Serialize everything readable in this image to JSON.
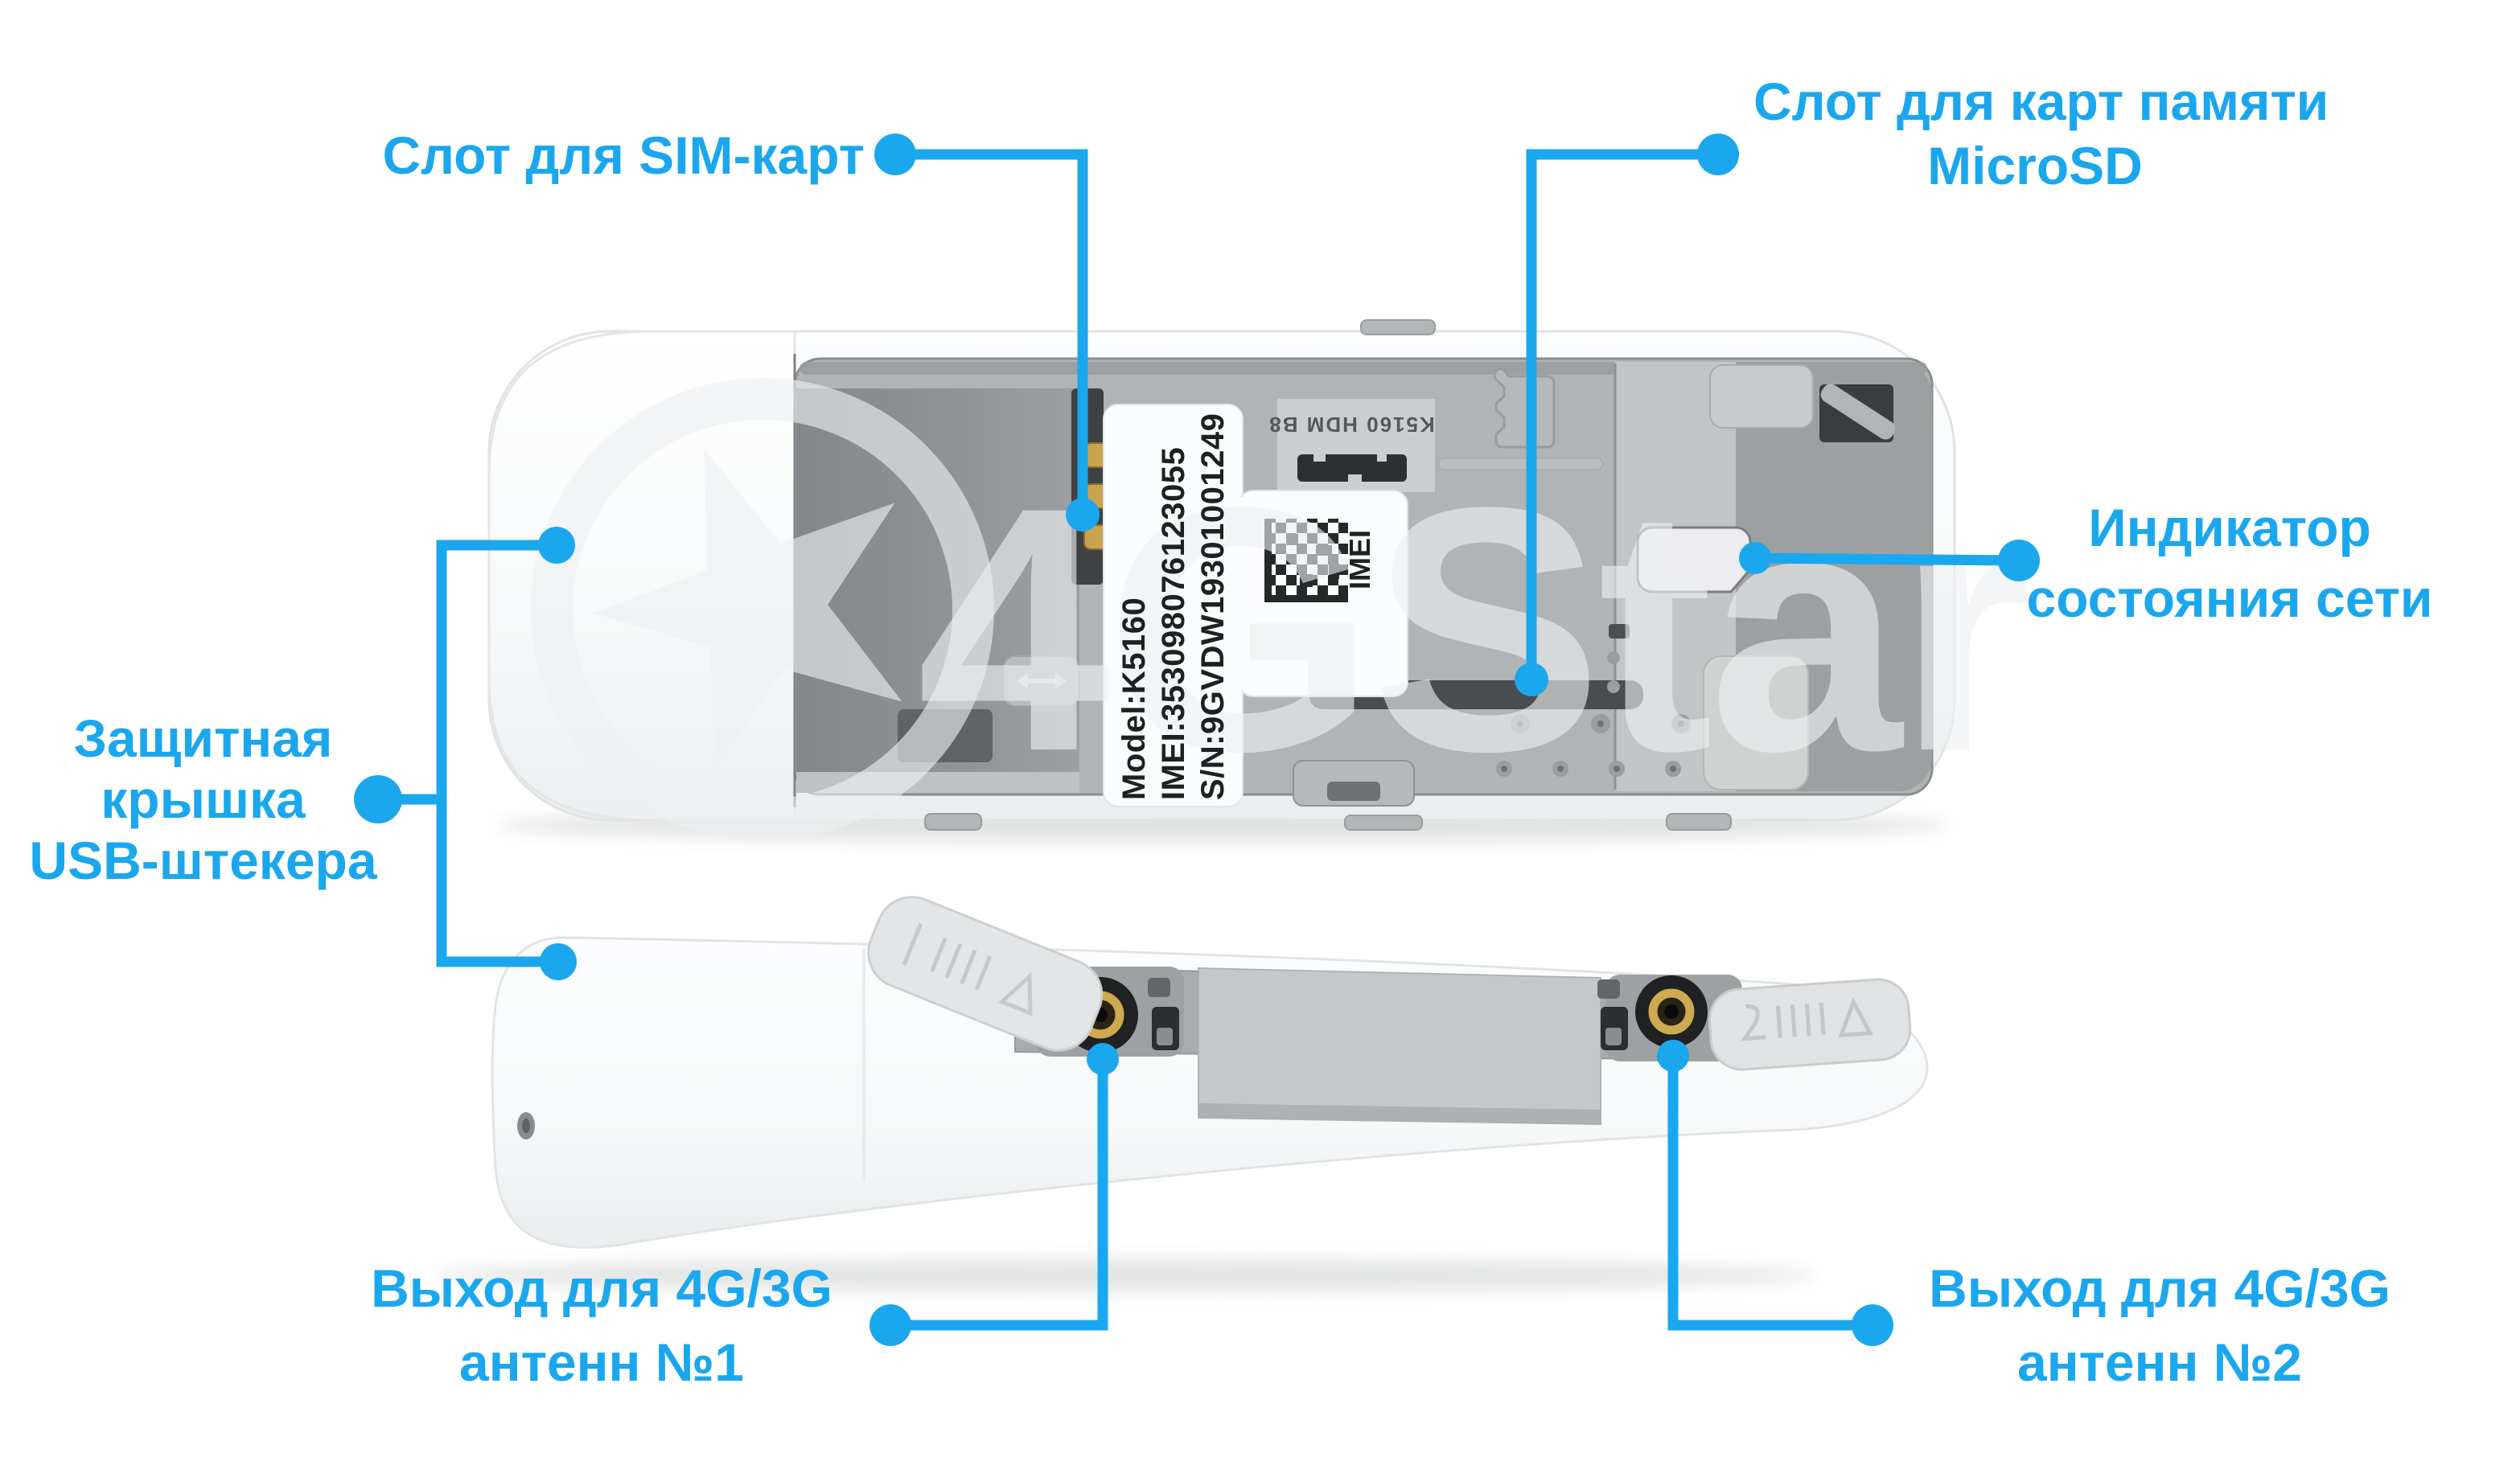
{
  "accent_color": "#1ba7ed",
  "watermark": {
    "text": "4GStar"
  },
  "labels": {
    "sim": {
      "text": "Слот для SIM-карт"
    },
    "microsd": {
      "line1": "Слот для карт памяти",
      "line2": "MicroSD"
    },
    "network_indicator": {
      "line1": "Индикатор",
      "line2": "состояния сети"
    },
    "usb_cap": {
      "line1": "Защитная",
      "line2": "крышка",
      "line3": "USB-штекера"
    },
    "antenna1": {
      "line1": "Выход для 4G/3G",
      "line2": "антенн №1"
    },
    "antenna2": {
      "line1": "Выход для 4G/3G",
      "line2": "антенн №2"
    }
  },
  "device": {
    "sticker": {
      "model": "Model:K5160",
      "imei": "IMEI:353098076123055",
      "serial": "S/N:9GVDW19301001249",
      "imei_caption": "IMEI"
    },
    "board_marking": "K5160 HDM B8"
  }
}
